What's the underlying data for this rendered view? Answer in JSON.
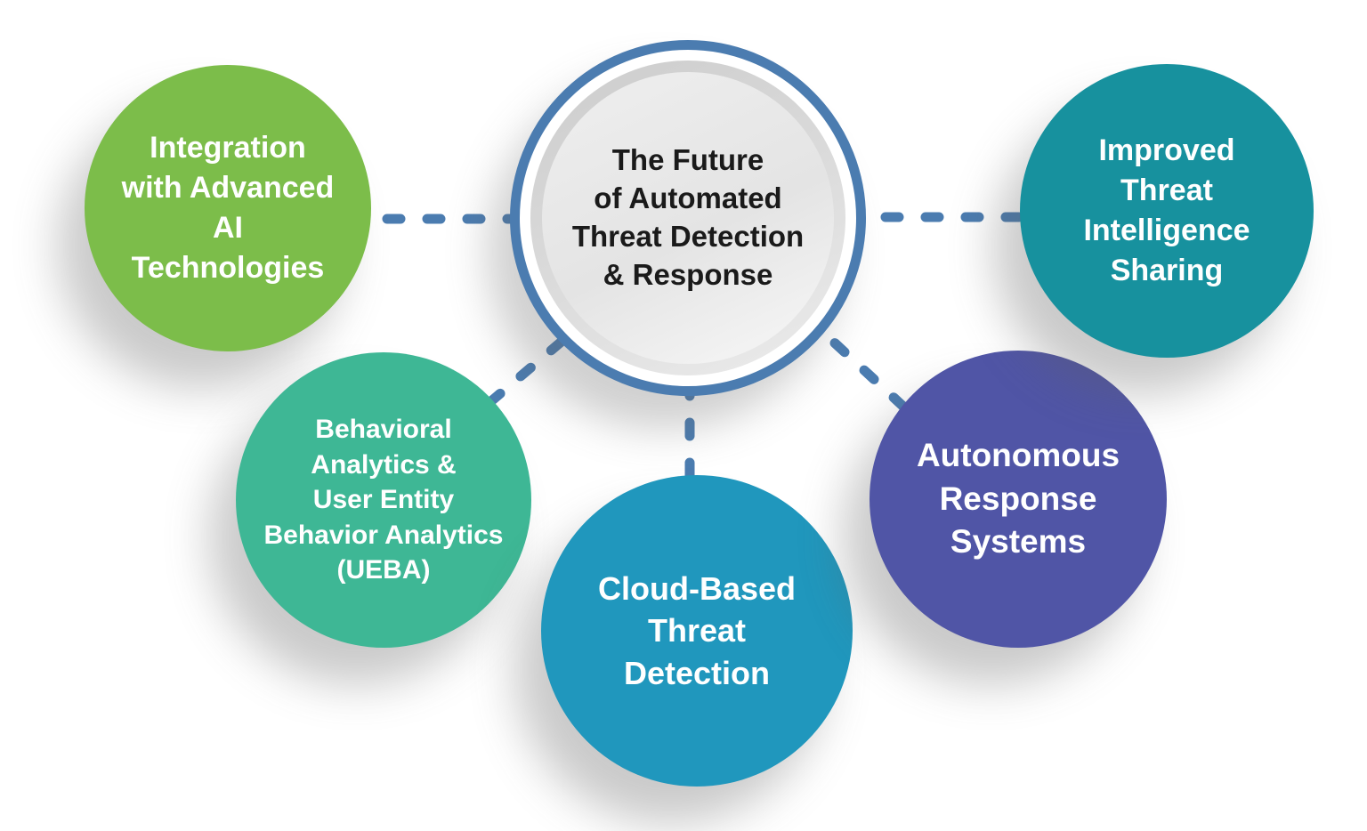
{
  "center": {
    "text": "The Future\nof Automated\nThreat Detection\n& Response",
    "ring_color": "#4b7cb0",
    "text_color": "#1a1a1a"
  },
  "connector_color": "#4b7cb0",
  "nodes": [
    {
      "id": "ai",
      "text": "Integration\nwith Advanced\nAI\nTechnologies",
      "color": "#7cbd4a"
    },
    {
      "id": "ueba",
      "text": "Behavioral\nAnalytics &\nUser Entity\nBehavior Analytics\n(UEBA)",
      "color": "#3eb795"
    },
    {
      "id": "cloud",
      "text": "Cloud-Based\nThreat\nDetection",
      "color": "#2097bd"
    },
    {
      "id": "autonomous",
      "text": "Autonomous\nResponse\nSystems",
      "color": "#5055a6"
    },
    {
      "id": "intel",
      "text": "Improved\nThreat\nIntelligence\nSharing",
      "color": "#17919e"
    }
  ]
}
